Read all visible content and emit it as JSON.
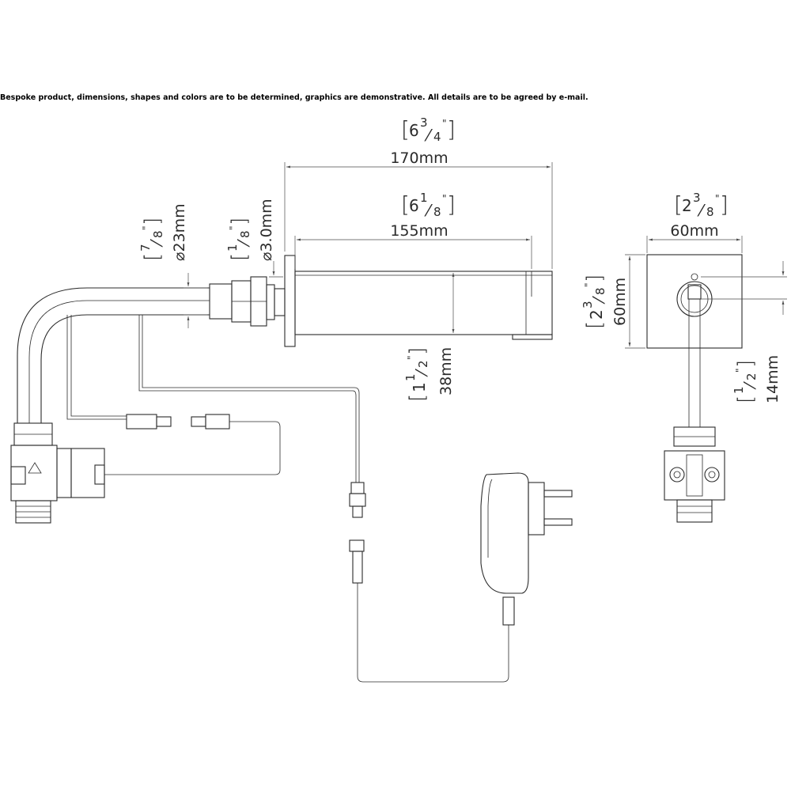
{
  "disclaimer": "Bespoke product, dimensions, shapes and colors are to be determined, graphics are demonstrative. All details are to be agreed by e-mail.",
  "dimensions": {
    "total_length": {
      "mm": "170mm",
      "inch_whole": "6",
      "inch_num": "3",
      "inch_den": "4"
    },
    "spout_length": {
      "mm": "155mm",
      "inch_whole": "6",
      "inch_num": "1",
      "inch_den": "8"
    },
    "pipe_diameter": {
      "mm": "⌀23mm",
      "inch_num": "7",
      "inch_den": "8"
    },
    "wall_thickness": {
      "mm": "⌀3.0mm",
      "inch_num": "1",
      "inch_den": "8"
    },
    "spout_height": {
      "mm": "38mm",
      "inch_whole": "1",
      "inch_num": "1",
      "inch_den": "2"
    },
    "plate_width": {
      "mm": "60mm",
      "inch_whole": "2",
      "inch_num": "3",
      "inch_den": "8"
    },
    "plate_height": {
      "mm": "60mm",
      "inch_whole": "2",
      "inch_num": "3",
      "inch_den": "8"
    },
    "outlet_offset": {
      "mm": "14mm",
      "inch_num": "1",
      "inch_den": "2"
    }
  },
  "inch_mark": "\""
}
